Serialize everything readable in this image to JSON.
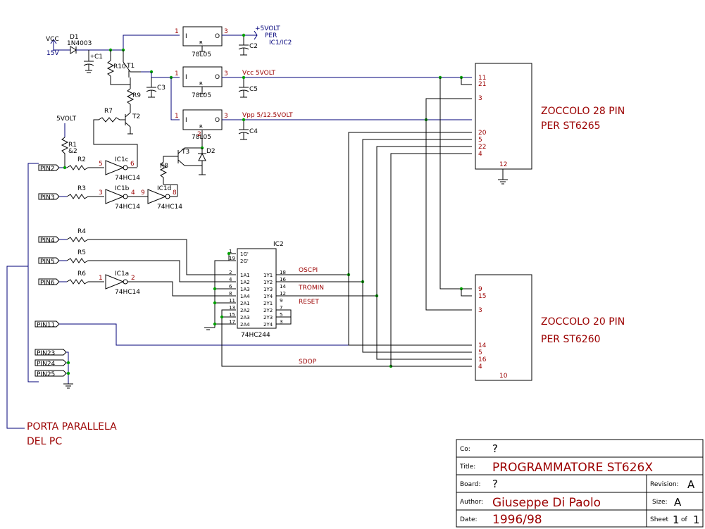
{
  "supply": {
    "vcc": "VCC",
    "vcc_voltage": "15V",
    "plus5_line1": "+5VOLT",
    "plus5_line2": "PER",
    "plus5_line3": "IC1/IC2",
    "vcc5": "Vcc 5VOLT",
    "vpp": "Vpp 5/12.5VOLT",
    "v5": "5VOLT"
  },
  "parts": {
    "D1": "D1",
    "D1_type": "1N4003",
    "D2": "D2",
    "C1": "C1",
    "C2": "C2",
    "C3": "C3",
    "C4": "C4",
    "C5": "C5",
    "R1": "R1",
    "R1_val": "&2",
    "R2": "R2",
    "R3": "R3",
    "R4": "R4",
    "R5": "R5",
    "R6": "R6",
    "R7": "R7",
    "R8": "R8",
    "R9": "R9",
    "R10": "R10",
    "T1": "T1",
    "T2": "T2",
    "T3": "T3",
    "reg": "78L05",
    "reg_in": "I",
    "reg_out": "O",
    "reg_ref": "R",
    "IC1a": "IC1a",
    "IC1b": "IC1b",
    "IC1c": "IC1c",
    "IC1d": "IC1d",
    "hc14": "74HC14",
    "IC2": "IC2",
    "hc244": "74HC244"
  },
  "ic2_pins_left": [
    "1G'",
    "2G'",
    "1A1",
    "1A2",
    "1A3",
    "1A4",
    "2A1",
    "2A2",
    "2A3",
    "2A4"
  ],
  "ic2_pins_right": [
    "1Y1",
    "1Y2",
    "1Y3",
    "1Y4",
    "2Y1",
    "2Y2",
    "2Y3",
    "2Y4"
  ],
  "ic2_num_left": [
    "1",
    "19",
    "2",
    "4",
    "6",
    "8",
    "11",
    "13",
    "15",
    "17"
  ],
  "ic2_num_right": [
    "18",
    "16",
    "14",
    "12",
    "9",
    "7",
    "5",
    "3"
  ],
  "signals": {
    "oscpi": "OSCPI",
    "tromin": "TROMIN",
    "reset": "RESET",
    "sdop": "SDOP"
  },
  "pins": [
    "PIN2",
    "PIN3",
    "PIN4",
    "PIN5",
    "PIN6",
    "PIN11",
    "PIN23",
    "PIN24",
    "PIN25"
  ],
  "socket28": {
    "title1": "ZOCCOLO 28 PIN",
    "title2": "PER ST6265",
    "pins": [
      "11",
      "21",
      "3",
      "20",
      "5",
      "22",
      "4",
      "12"
    ]
  },
  "socket20": {
    "title1": "ZOCCOLO 20 PIN",
    "title2": "PER ST6260",
    "pins": [
      "9",
      "15",
      "3",
      "14",
      "5",
      "16",
      "4",
      "10"
    ]
  },
  "port_label1": "PORTA PARALLELA",
  "port_label2": "DEL PC",
  "pin_numbers": {
    "p1": "1",
    "p2": "2",
    "p3": "3",
    "p4": "4",
    "p5": "5",
    "p6": "6",
    "p8": "8",
    "p9": "9"
  },
  "title_block": {
    "co_label": "Co:",
    "co": "?",
    "title_label": "Title:",
    "title": "PROGRAMMATORE ST626X",
    "board_label": "Board:",
    "board": "?",
    "revision_label": "Revision:",
    "revision": "A",
    "author_label": "Author:",
    "author": "Giuseppe Di Paolo",
    "size_label": "Size:",
    "size": "A",
    "date_label": "Date:",
    "date": "1996/98",
    "sheet_label": "Sheet",
    "sheet": "1",
    "of_label": "of",
    "sheet_total": "1"
  },
  "colors": {
    "wire": "#000000",
    "blue": "#00007a",
    "red": "#9b0000",
    "junction": "#00a000"
  }
}
